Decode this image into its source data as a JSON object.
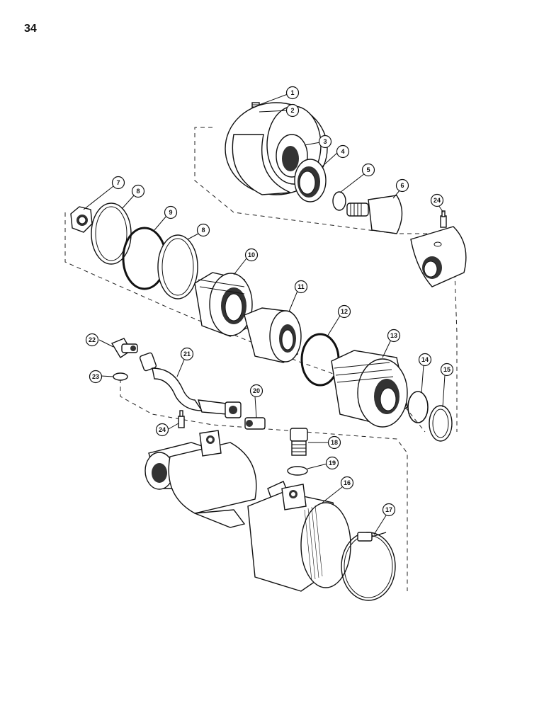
{
  "page": {
    "number": "34"
  },
  "callouts": [
    {
      "id": "c1",
      "label": "1"
    },
    {
      "id": "c2",
      "label": "2"
    },
    {
      "id": "c3",
      "label": "3"
    },
    {
      "id": "c4",
      "label": "4"
    },
    {
      "id": "c5",
      "label": "5"
    },
    {
      "id": "c6",
      "label": "6"
    },
    {
      "id": "c24a",
      "label": "24"
    },
    {
      "id": "c7",
      "label": "7"
    },
    {
      "id": "c8a",
      "label": "8"
    },
    {
      "id": "c9",
      "label": "9"
    },
    {
      "id": "c8b",
      "label": "8"
    },
    {
      "id": "c10",
      "label": "10"
    },
    {
      "id": "c11",
      "label": "11"
    },
    {
      "id": "c12",
      "label": "12"
    },
    {
      "id": "c13",
      "label": "13"
    },
    {
      "id": "c14",
      "label": "14"
    },
    {
      "id": "c15",
      "label": "15"
    },
    {
      "id": "c22",
      "label": "22"
    },
    {
      "id": "c21",
      "label": "21"
    },
    {
      "id": "c23",
      "label": "23"
    },
    {
      "id": "c20",
      "label": "20"
    },
    {
      "id": "c24b",
      "label": "24"
    },
    {
      "id": "c18",
      "label": "18"
    },
    {
      "id": "c19",
      "label": "19"
    },
    {
      "id": "c16",
      "label": "16"
    },
    {
      "id": "c17",
      "label": "17"
    }
  ]
}
